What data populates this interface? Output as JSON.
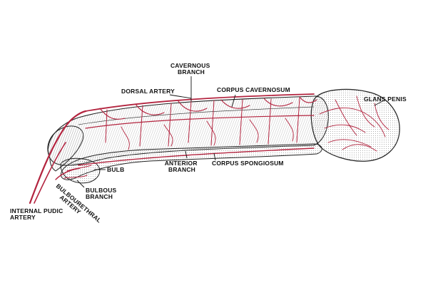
{
  "labels": {
    "cavernous_branch": [
      "CAVERNOUS",
      "BRANCH"
    ],
    "dorsal_artery": "DORSAL ARTERY",
    "corpus_cavernosum": "CORPUS CAVERNOSUM",
    "glans_penis": "GLANS PENIS",
    "anterior_branch": [
      "ANTERIOR",
      "BRANCH"
    ],
    "corpus_spongiosum": "CORPUS SPONGIOSUM",
    "bulb": "BULB",
    "bulbous_branch": [
      "BULBOUS",
      "BRANCH"
    ],
    "bulbourethral_artery": [
      "BULBOURETHRAL",
      "ARTERY"
    ],
    "internal_pudic_artery": [
      "INTERNAL PUDIC",
      "ARTERY"
    ]
  },
  "colors": {
    "artery": "#b3243f",
    "outline": "#222222",
    "shading": "#8a8a8a",
    "background": "#ffffff"
  }
}
